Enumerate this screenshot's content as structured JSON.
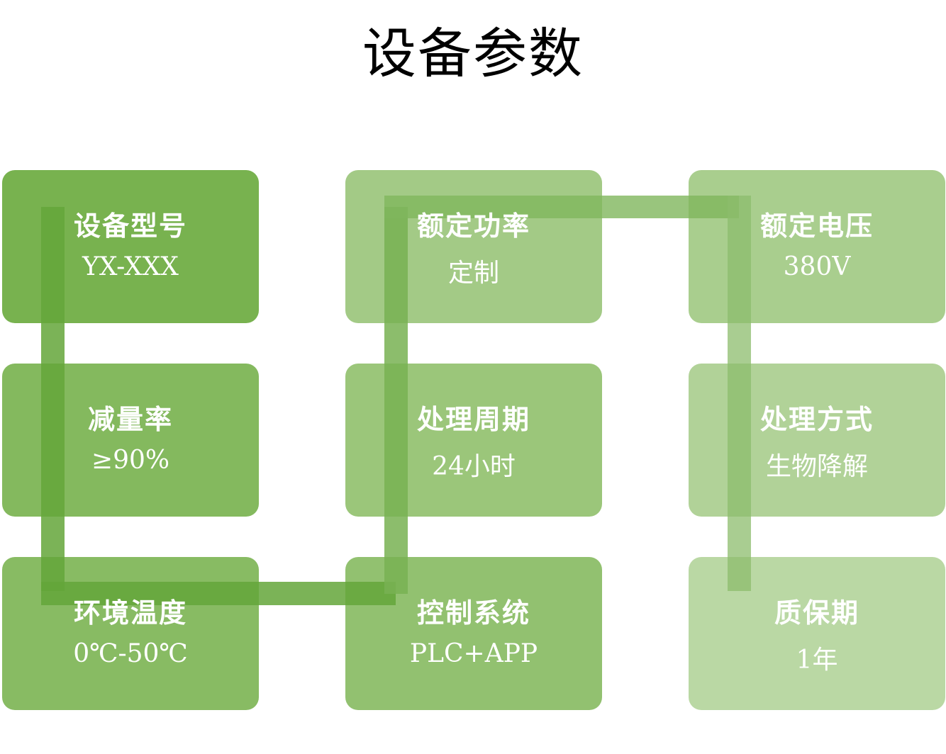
{
  "title": "设备参数",
  "colors": {
    "darkest": "#72b04a",
    "lightest": "#bad8a4"
  },
  "cards": [
    {
      "label": "设备型号",
      "value": "YX-XXX"
    },
    {
      "label": "减量率",
      "value": "≥90%"
    },
    {
      "label": "环境温度",
      "value": "0℃-50℃"
    },
    {
      "label": "控制系统",
      "value": "PLC+APP"
    },
    {
      "label": "处理周期",
      "value": "24小时"
    },
    {
      "label": "额定功率",
      "value": "定制"
    },
    {
      "label": "额定电压",
      "value": "380V"
    },
    {
      "label": "处理方式",
      "value": "生物降解"
    },
    {
      "label": "质保期",
      "value": "1年"
    }
  ]
}
